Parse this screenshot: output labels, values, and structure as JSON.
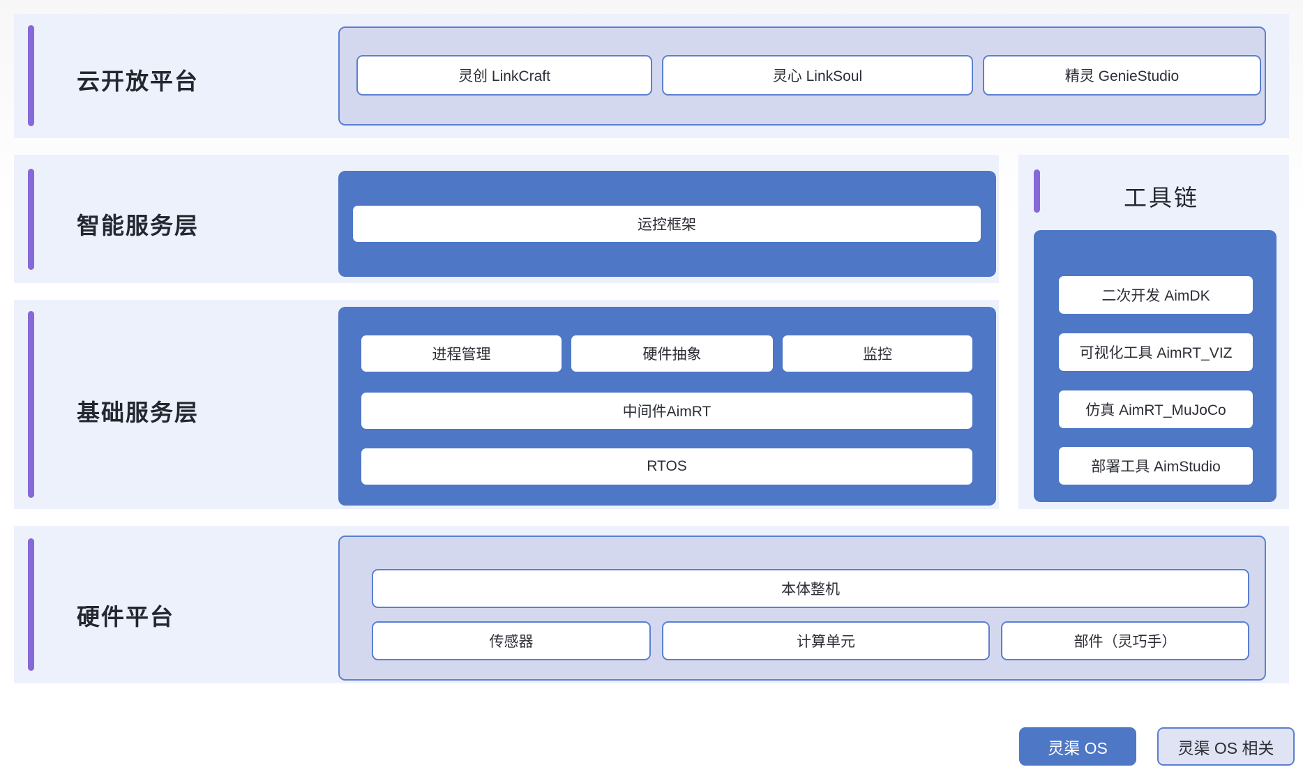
{
  "diagram": {
    "title_hidden": "",
    "colors": {
      "row_background": "#edf1fc",
      "accent_purple": "#8668d6",
      "container_blue": "#4e77c6",
      "container_lavender": "#d4d8ef",
      "border_blue": "#5b7fd0",
      "cell_white": "#ffffff",
      "text_dark": "#23272f"
    },
    "rows": [
      {
        "title": "云开放平台",
        "container_type": "lavender",
        "items": [
          {
            "label": "灵创 LinkCraft"
          },
          {
            "label": "灵心 LinkSoul"
          },
          {
            "label": "精灵 GenieStudio"
          }
        ]
      },
      {
        "title": "智能服务层",
        "container_type": "blue",
        "items": [
          {
            "label": "运控框架"
          }
        ]
      },
      {
        "title": "基础服务层",
        "container_type": "blue",
        "items": [
          {
            "label": "进程管理"
          },
          {
            "label": "硬件抽象"
          },
          {
            "label": "监控"
          },
          {
            "label": "中间件AimRT"
          },
          {
            "label": "RTOS"
          }
        ]
      },
      {
        "title": "硬件平台",
        "container_type": "lavender",
        "items": [
          {
            "label": "本体整机"
          },
          {
            "label": "传感器"
          },
          {
            "label": "计算单元"
          },
          {
            "label": "部件（灵巧手）"
          }
        ]
      }
    ],
    "toolchain": {
      "title": "工具链",
      "items": [
        {
          "label": "二次开发 AimDK"
        },
        {
          "label": "可视化工具 AimRT_VIZ"
        },
        {
          "label": "仿真 AimRT_MuJoCo"
        },
        {
          "label": "部署工具 AimStudio"
        }
      ]
    },
    "legend": [
      {
        "label": "灵渠 OS",
        "style": "solid"
      },
      {
        "label": "灵渠 OS 相关",
        "style": "light"
      }
    ]
  }
}
